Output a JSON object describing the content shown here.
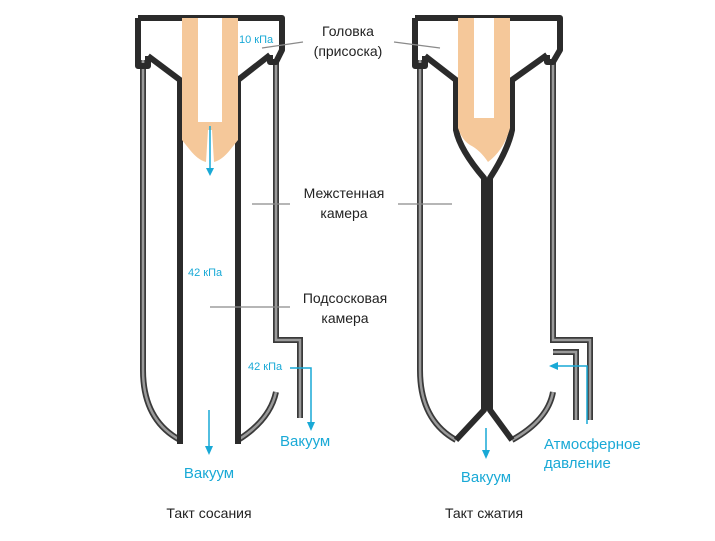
{
  "labels": {
    "head": [
      "Головка",
      "(присоска)"
    ],
    "interwall": [
      "Межстенная",
      "камера"
    ],
    "subteat": [
      "Подсосковая",
      "камера"
    ],
    "pressure_head": "10 кПа",
    "pressure_inner": "42 кПа",
    "pressure_pipe": "42 кПа",
    "vacuum_left_main": "Вакуум",
    "vacuum_left_pipe": "Вакуум",
    "vacuum_right": "Вакуум",
    "atmosphere": [
      "Атмосферное",
      "давление"
    ],
    "phase_suction": "Такт сосания",
    "phase_compression": "Такт сжатия"
  },
  "colors": {
    "outline": "#3a3a3a",
    "wall_gray": "#777777",
    "teat": "#f5c89a",
    "accent": "#19a9d6",
    "leader": "#8a8a8a",
    "text": "#222222"
  }
}
